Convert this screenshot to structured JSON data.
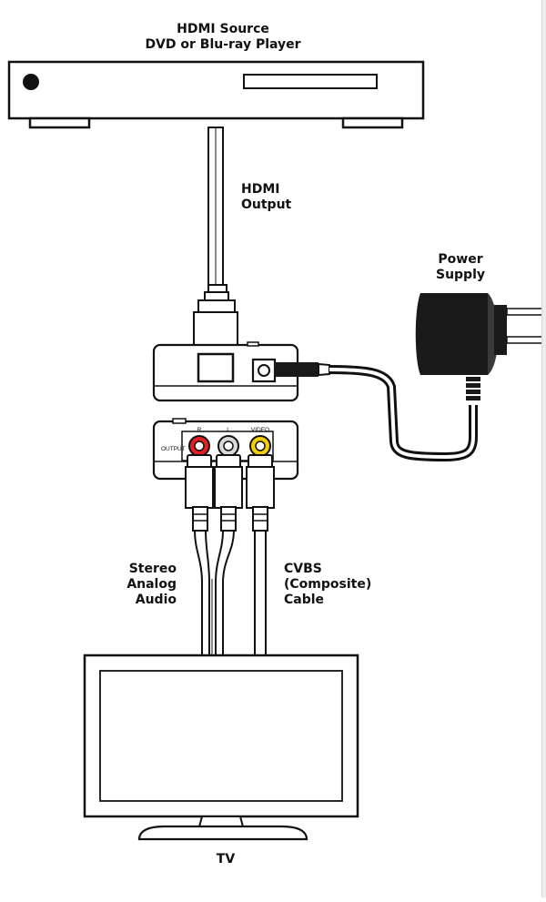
{
  "labels": {
    "source_line1": "HDMI Source",
    "source_line2": "DVD or Blu-ray Player",
    "hdmi_line1": "HDMI",
    "hdmi_line2": "Output",
    "power_line1": "Power",
    "power_line2": "Supply",
    "audio_line1": "Stereo",
    "audio_line2": "Analog",
    "audio_line3": "Audio",
    "cvbs_line1": "CVBS",
    "cvbs_line2": "(Composite)",
    "cvbs_line3": "Cable",
    "tv": "TV"
  },
  "converter_panel": {
    "output": "OUTPUT",
    "r": "R",
    "l": "L",
    "video": "VIDEO"
  },
  "colors": {
    "outline": "#111111",
    "jack_red": "#e31e24",
    "jack_white": "#d9d9d9",
    "jack_yellow": "#f2d000",
    "fill": "#ffffff",
    "dark": "#1a1a1a"
  }
}
